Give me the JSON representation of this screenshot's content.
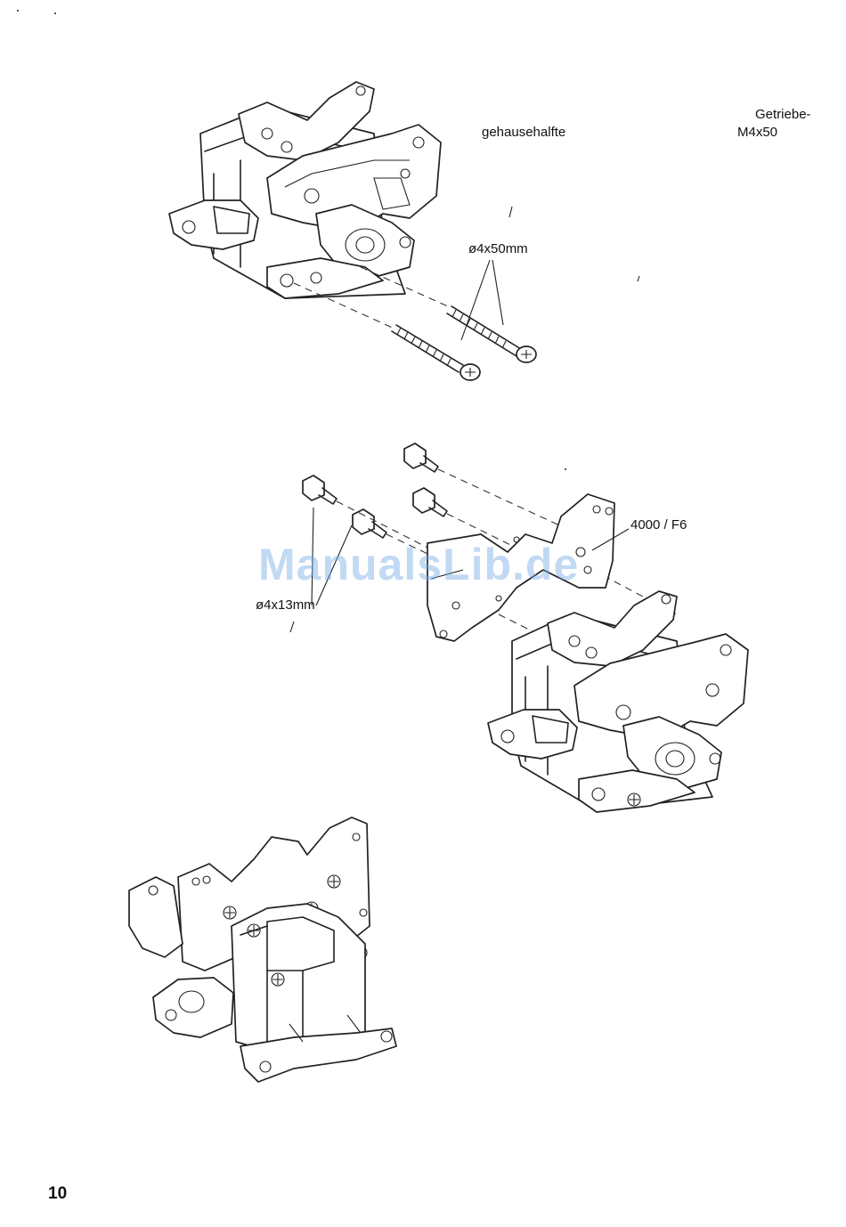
{
  "labels": {
    "getriebe": "Getriebe-",
    "m4x50": "M4x50",
    "gehausehalfte": "gehausehalfte",
    "screw_long": "ø4x50mm",
    "plate_part": "4000 / F6",
    "screw_short": "ø4x13mm"
  },
  "watermark": "ManualsLib.de",
  "page_number": "10"
}
